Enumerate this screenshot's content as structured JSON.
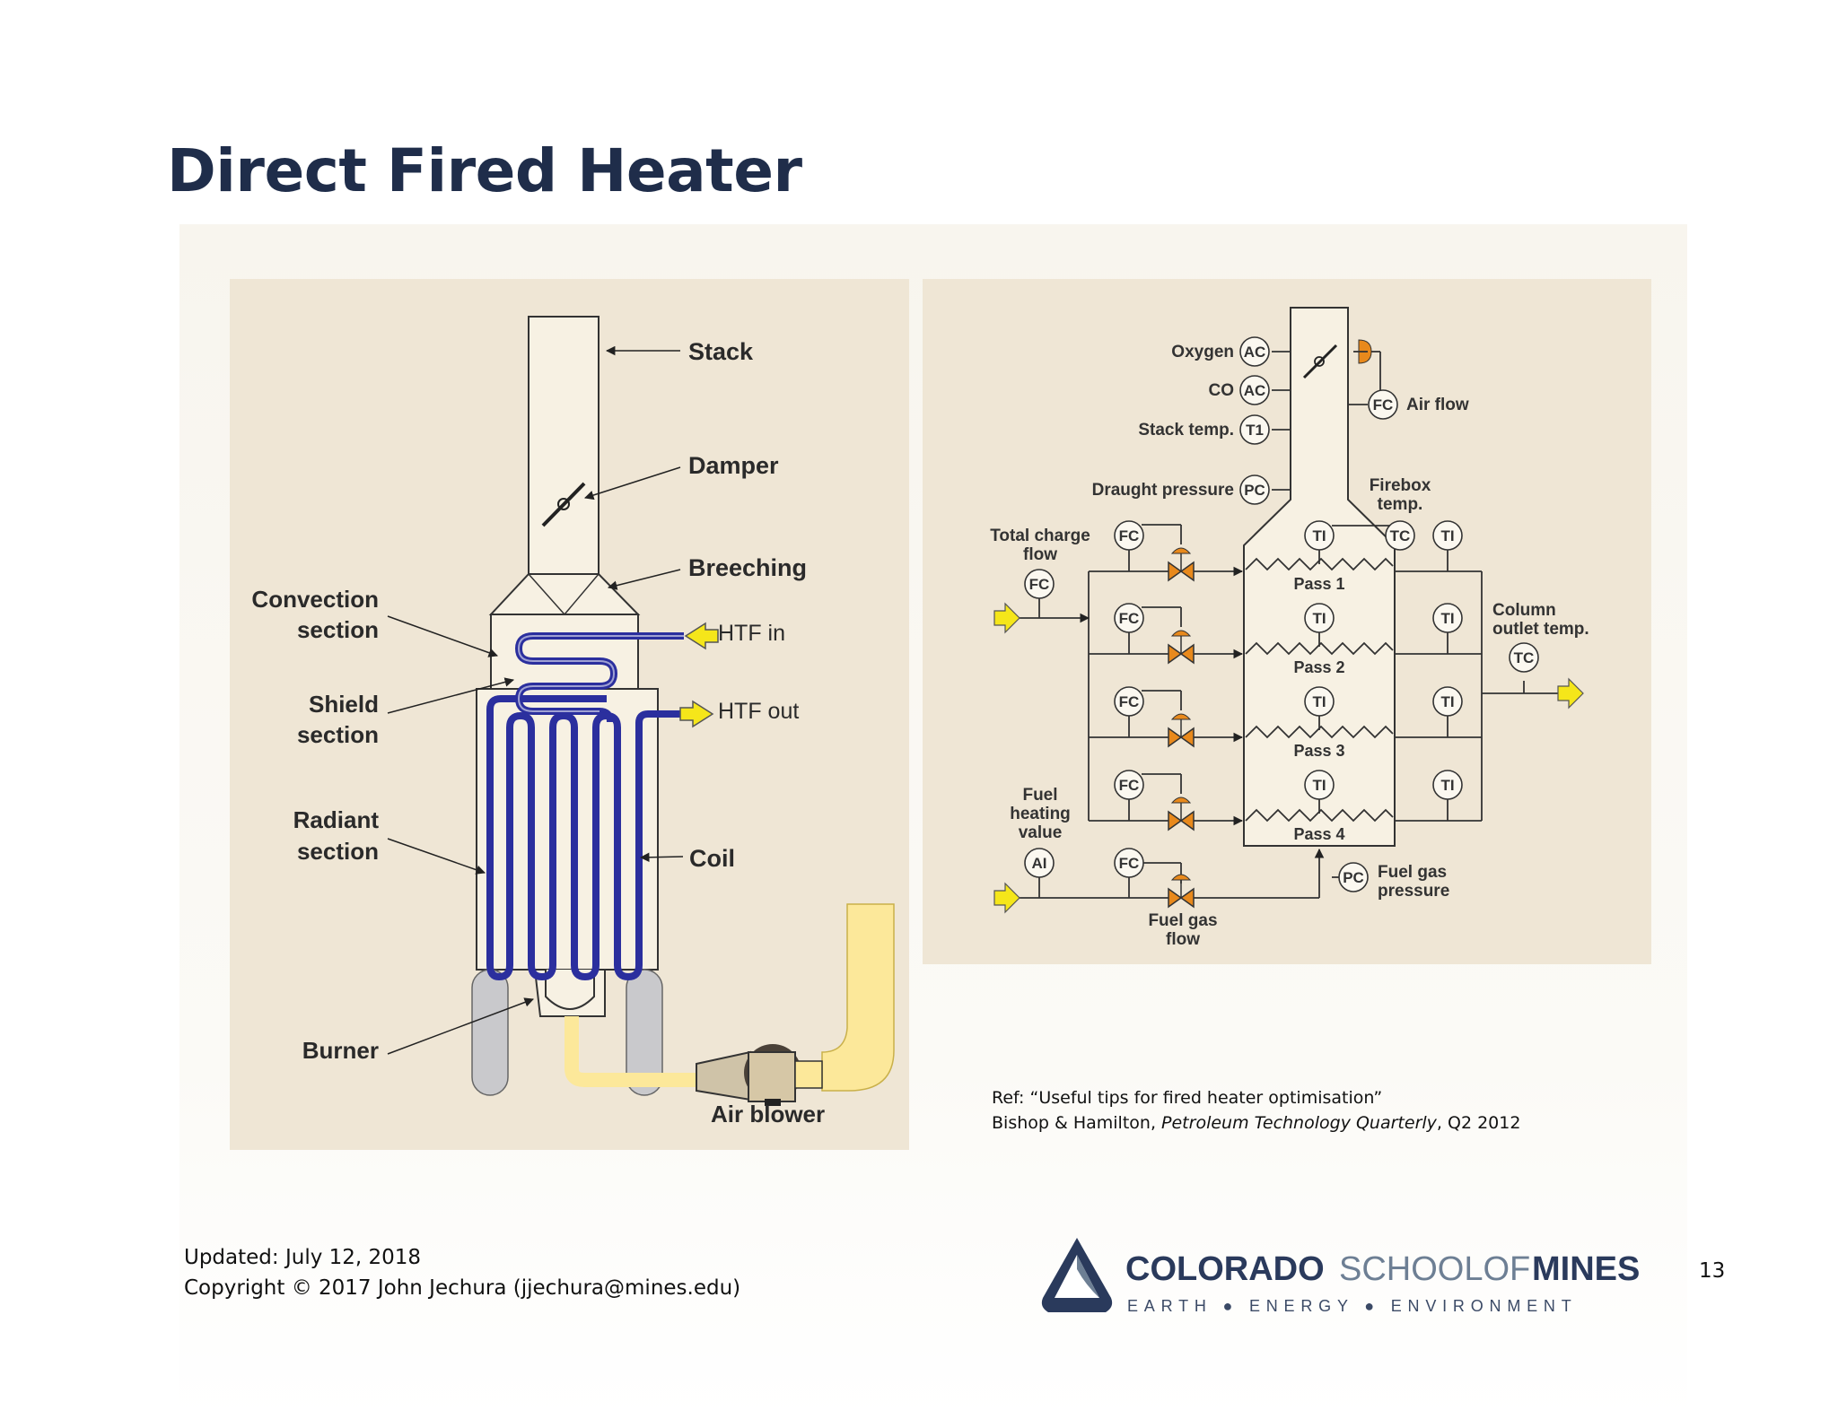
{
  "slide": {
    "title": "Direct Fired Heater",
    "page_number": "13"
  },
  "left_diagram": {
    "stack": "Stack",
    "damper": "Damper",
    "breeching": "Breeching",
    "convection_1": "Convection",
    "convection_2": "section",
    "shield_1": "Shield",
    "shield_2": "section",
    "radiant_1": "Radiant",
    "radiant_2": "section",
    "htf_in": "HTF in",
    "htf_out": "HTF out",
    "coil": "Coil",
    "burner": "Burner",
    "air_blower": "Air blower"
  },
  "right_diagram": {
    "oxygen": "Oxygen",
    "co": "CO",
    "stack_temp": "Stack temp.",
    "draught_pressure": "Draught pressure",
    "air_flow": "Air flow",
    "firebox_1": "Firebox",
    "firebox_2": "temp.",
    "total_charge_1": "Total charge",
    "total_charge_2": "flow",
    "column_outlet_1": "Column",
    "column_outlet_2": "outlet temp.",
    "fuel_heating_1": "Fuel",
    "fuel_heating_2": "heating",
    "fuel_heating_3": "value",
    "fuel_gas_pressure_1": "Fuel gas",
    "fuel_gas_pressure_2": "pressure",
    "fuel_gas_flow_1": "Fuel gas",
    "fuel_gas_flow_2": "flow",
    "pass_1": "Pass 1",
    "pass_2": "Pass 2",
    "pass_3": "Pass 3",
    "pass_4": "Pass 4",
    "tag_ac": "AC",
    "tag_ti_stack": "T1",
    "tag_pc": "PC",
    "tag_fc": "FC",
    "tag_ti": "TI",
    "tag_tc": "TC",
    "tag_ai": "AI"
  },
  "reference": {
    "line1": "Ref:  “Useful tips for fired heater optimisation”",
    "authors": "Bishop & Hamilton, ",
    "journal": "Petroleum Technology Quarterly",
    "issue": ", Q2 2012"
  },
  "footer": {
    "updated": "Updated: July 12, 2018",
    "copyright": "Copyright © 2017 John Jechura (jjechura@mines.edu)"
  },
  "logo": {
    "colorado": "COLORADO",
    "school_of": "SCHOOLOF",
    "mines": "MINES",
    "tagline": "EARTH ● ENERGY ● ENVIRONMENT"
  },
  "colors": {
    "title": "#1f2d4a",
    "panel": "#efe6d5",
    "coil": "#2b2f9e",
    "arrow_yellow": "#f5e61a",
    "valve_orange": "#e8891c",
    "logo_blue": "#2a3a5c",
    "logo_gray": "#6d7f94"
  }
}
